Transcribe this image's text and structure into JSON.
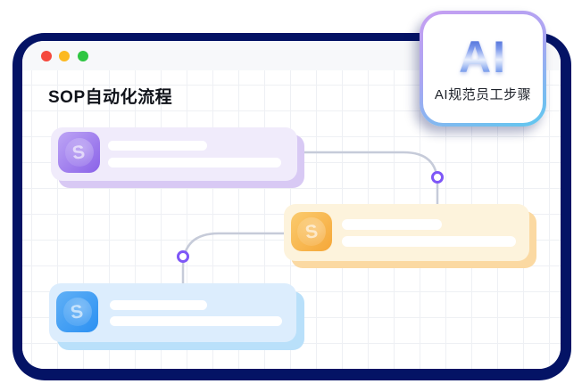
{
  "window": {
    "title": "SOP自动化流程",
    "frame_color": "#041365",
    "traffic_lights": [
      {
        "name": "close",
        "color": "#f5493d"
      },
      {
        "name": "minimize",
        "color": "#fcb921"
      },
      {
        "name": "maximize",
        "color": "#2fc642"
      }
    ]
  },
  "ai_badge": {
    "label": "AI",
    "caption": "AI规范员工步骤",
    "border_gradient": [
      "#c79ef2",
      "#5ec8ef"
    ],
    "text_gradient": [
      "#3a5cd0",
      "#e9f0fd",
      "#5577dd"
    ]
  },
  "flow": {
    "connector_color": "#c6cbd9",
    "node_ring_color": "#7e57f7",
    "steps": [
      {
        "id": "step-1",
        "theme": "purple",
        "bg": "#f0ebfb",
        "shadow": "#d8c9f4",
        "icon_gradient": [
          "#bda5f5",
          "#8a62e8"
        ],
        "icon_glyph": "S"
      },
      {
        "id": "step-2",
        "theme": "orange",
        "bg": "#fdf3dc",
        "shadow": "#fbd9a2",
        "icon_gradient": [
          "#fbcb6e",
          "#f5a738"
        ],
        "icon_glyph": "S"
      },
      {
        "id": "step-3",
        "theme": "blue",
        "bg": "#dcedfd",
        "shadow": "#b9e0fa",
        "icon_gradient": [
          "#60b0f6",
          "#2b90f2"
        ],
        "icon_glyph": "S"
      }
    ]
  }
}
